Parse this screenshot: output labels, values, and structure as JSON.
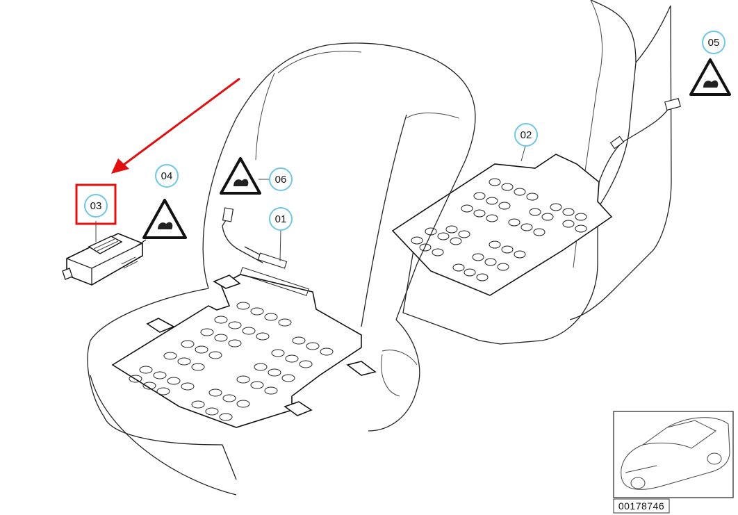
{
  "callouts": [
    {
      "id": "01",
      "label": "01"
    },
    {
      "id": "02",
      "label": "02"
    },
    {
      "id": "03",
      "label": "03"
    },
    {
      "id": "04",
      "label": "04"
    },
    {
      "id": "05",
      "label": "05"
    },
    {
      "id": "06",
      "label": "06"
    }
  ],
  "highlighted_callout": "03",
  "reference_number": "00178746",
  "colors": {
    "callout_circle": "#6ec6ea",
    "highlight": "#e01010",
    "line": "#222222"
  },
  "icons": [
    "warning-triangle-icon",
    "car-thumbnail-icon"
  ]
}
